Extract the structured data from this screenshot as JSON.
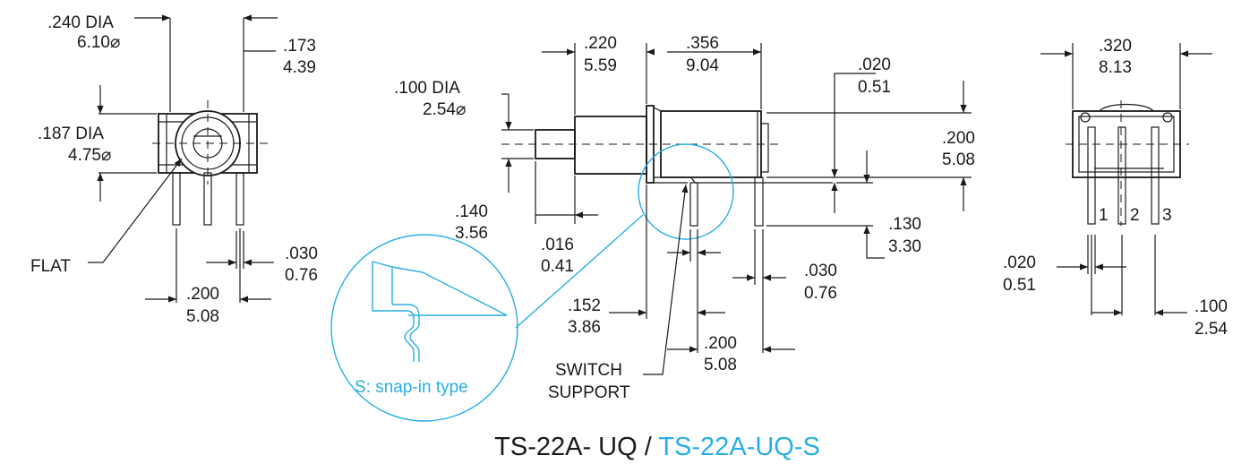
{
  "colors": {
    "ink": "#1a1a1a",
    "accent": "#29aee3"
  },
  "front_view": {
    "dia_outer_in": ".240 DIA",
    "dia_outer_mm": "6.10⌀",
    "offset_in": ".173",
    "offset_mm": "4.39",
    "dia_inner_in": ".187 DIA",
    "dia_inner_mm": "4.75⌀",
    "flat_label": "FLAT",
    "pin_thk_in": ".030",
    "pin_thk_mm": "0.76",
    "pitch_in": ".200",
    "pitch_mm": "5.08"
  },
  "side_view": {
    "shaft_dia_in": ".100 DIA",
    "shaft_dia_mm": "2.54⌀",
    "len_a_in": ".220",
    "len_a_mm": "5.59",
    "len_b_in": ".356",
    "len_b_mm": "9.04",
    "gap_in": ".020",
    "gap_mm": "0.51",
    "height_in": ".200",
    "height_mm": "5.08",
    "shaft_len_in": ".140",
    "shaft_len_mm": "3.56",
    "support_thk_in": ".016",
    "support_thk_mm": "0.41",
    "pin_len_in": ".130",
    "pin_len_mm": "3.30",
    "support_pos_in": ".152",
    "support_pos_mm": "3.86",
    "pin_thk_in": ".030",
    "pin_thk_mm": "0.76",
    "pin_pitch_in": ".200",
    "pin_pitch_mm": "5.08",
    "support_label_1": "SWITCH",
    "support_label_2": "SUPPORT",
    "detail_caption": "S: snap-in type"
  },
  "end_view": {
    "width_in": ".320",
    "width_mm": "8.13",
    "pin_labels": [
      "1",
      "2",
      "3"
    ],
    "pin_thk_in": ".020",
    "pin_thk_mm": "0.51",
    "pitch_in": ".100",
    "pitch_mm": "2.54"
  },
  "title": {
    "model": "TS-22A- UQ",
    "separator": " / ",
    "model_snap": "TS-22A-UQ-S"
  }
}
